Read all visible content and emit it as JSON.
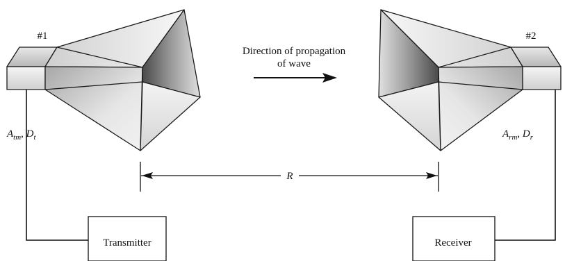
{
  "antenna_1": {
    "label": "#1",
    "param_area": "A",
    "param_area_sub": "tm",
    "param_sep": ", ",
    "param_dir": "D",
    "param_dir_sub": "t"
  },
  "antenna_2": {
    "label": "#2",
    "param_area": "A",
    "param_area_sub": "rm",
    "param_sep": ", ",
    "param_dir": "D",
    "param_dir_sub": "r"
  },
  "propagation": {
    "line1": "Direction of propagation",
    "line2": "of wave"
  },
  "distance_label": "R",
  "transmitter_label": "Transmitter",
  "receiver_label": "Receiver"
}
